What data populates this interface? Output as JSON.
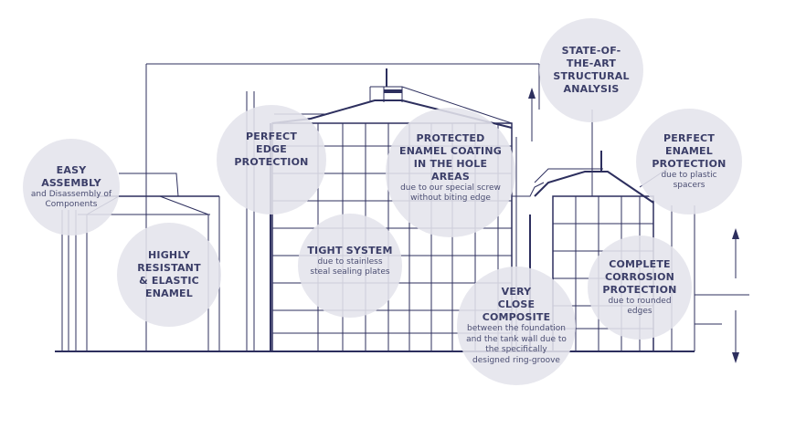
{
  "features": {
    "easy_assembly": {
      "title": "EASY ASSEMBLY",
      "subtitle": "and Disassembly of Components"
    },
    "highly_resistant": {
      "title": "HIGHLY RESISTANT & ELASTIC ENAMEL"
    },
    "perfect_edge": {
      "title": "PERFECT EDGE PROTECTION"
    },
    "protected_enamel": {
      "title": "PROTECTED ENAMEL COATING IN THE HOLE AREAS",
      "subtitle": "due to our special screw without biting edge"
    },
    "tight_system": {
      "title": "TIGHT SYSTEM",
      "subtitle": "due to stainless steal sealing plates"
    },
    "state_of_art": {
      "title": "STATE-OF-THE-ART STRUCTURAL ANALYSIS"
    },
    "perfect_enamel": {
      "title": "PERFECT ENAMEL PROTECTION",
      "subtitle": "due to plastic spacers"
    },
    "very_close": {
      "title": "VERY CLOSE COMPOSITE",
      "subtitle": "between the foundation and the tank wall due to the specifically designed ring-groove"
    },
    "complete_corrosion": {
      "title": "COMPLETE CORROSION PROTECTION",
      "subtitle": "due to rounded edges"
    }
  },
  "colors": {
    "line": "#2d2f5e",
    "bubble": "#e4e4ec",
    "text": "#3b3e68"
  }
}
